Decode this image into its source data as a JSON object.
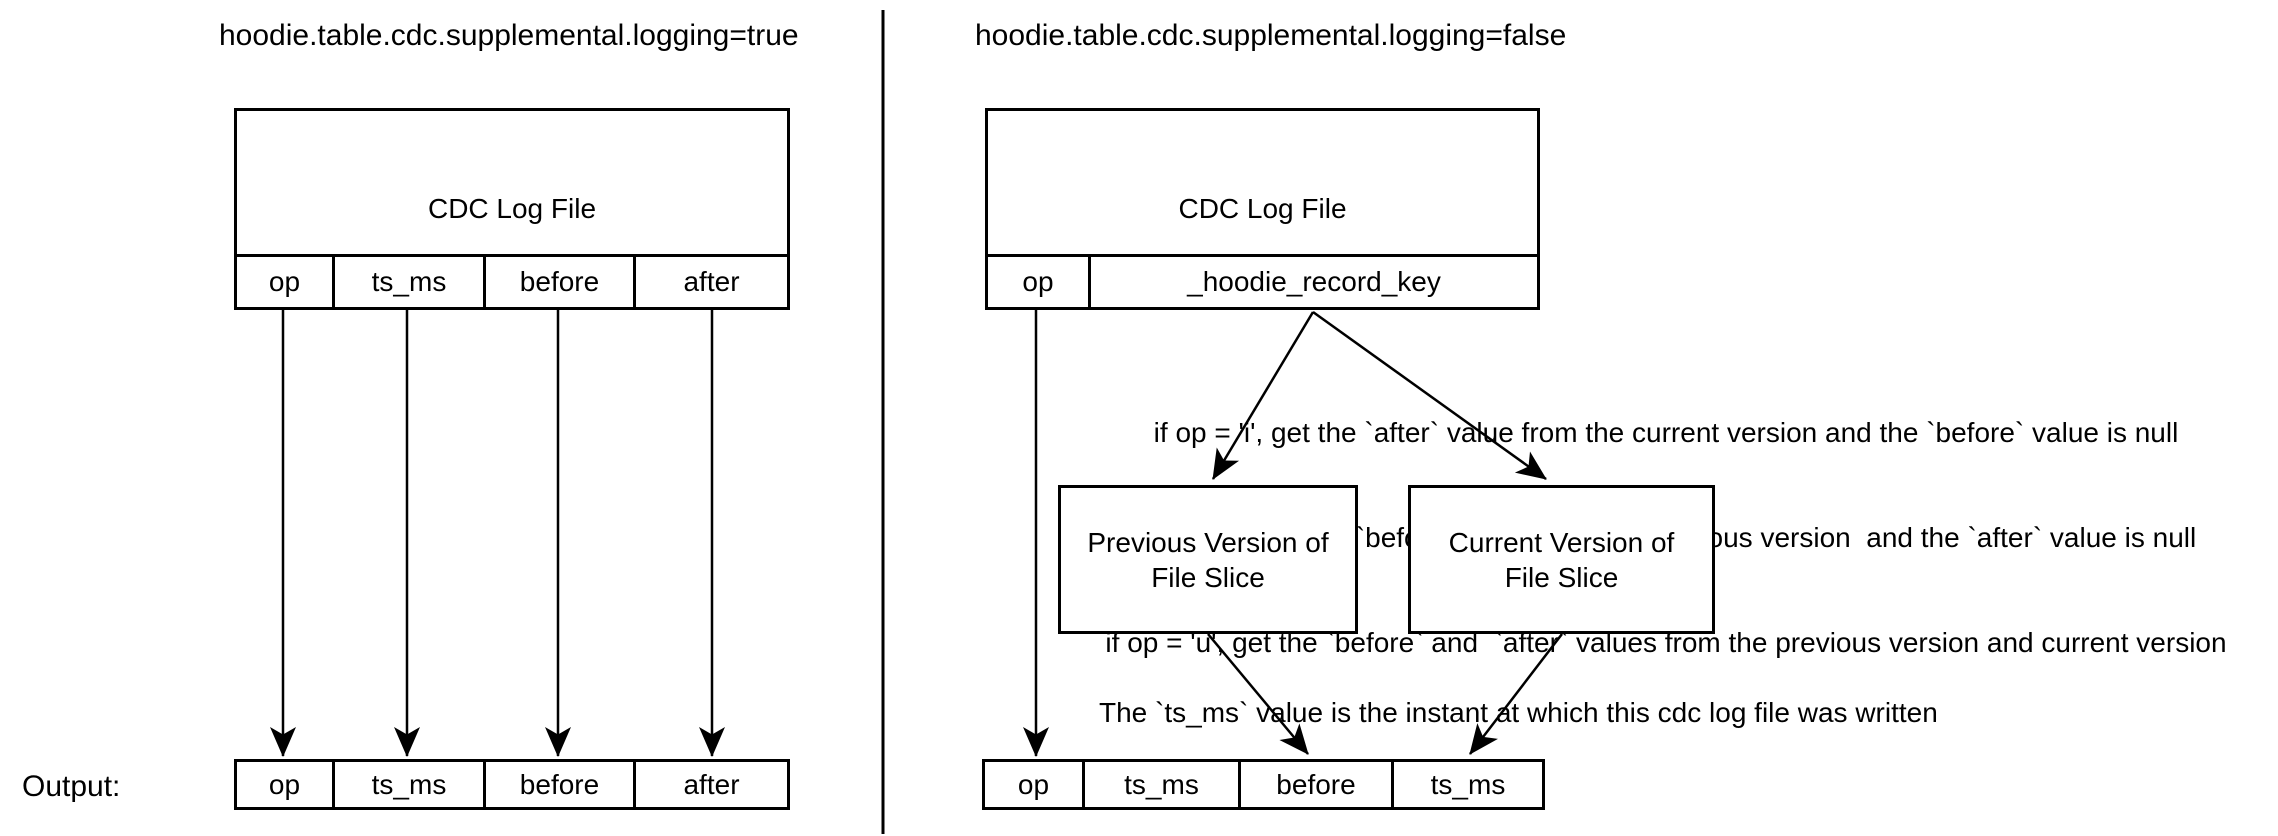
{
  "colors": {
    "line": "#000000",
    "background": "#ffffff",
    "text": "#000000"
  },
  "left": {
    "title": "hoodie.table.cdc.supplemental.logging=true",
    "log_box_label": "CDC Log File",
    "log_columns": [
      "op",
      "ts_ms",
      "before",
      "after"
    ],
    "output_label": "Output:",
    "output_columns": [
      "op",
      "ts_ms",
      "before",
      "after"
    ]
  },
  "right": {
    "title": "hoodie.table.cdc.supplemental.logging=false",
    "log_box_label": "CDC Log File",
    "log_columns": [
      "op",
      "_hoodie_record_key"
    ],
    "rules": [
      "if op = 'i', get the `after` value from the current version and the `before` value is null",
      "if op = 'd', get the `before` value from the previous version  and the `after` value is null",
      "if op = 'u', get the `before` and  `after` values from the previous version and current version"
    ],
    "previous_box": {
      "line1": "Previous Version of",
      "line2": "File Slice"
    },
    "current_box": {
      "line1": "Current Version of",
      "line2": "File Slice"
    },
    "ts_ms_note": "The `ts_ms` value is the instant at which this cdc log file was written",
    "output_columns": [
      "op",
      "ts_ms",
      "before",
      "ts_ms"
    ]
  }
}
